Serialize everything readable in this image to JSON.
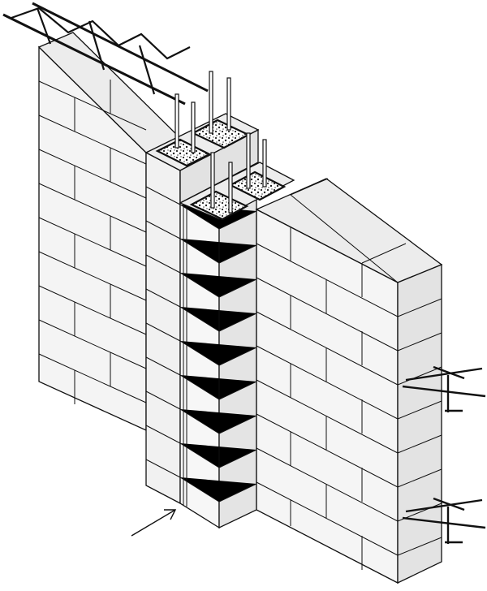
{
  "figure": {
    "subject": "",
    "components": [
      "left-wall",
      "pilaster",
      "right-wall",
      "ladder-joint-reinforcement",
      "rebar",
      "grout",
      "ties",
      "arrow"
    ]
  },
  "colors": {
    "background": "#ffffff",
    "face_light": "#f3f3f3",
    "face_mid": "#e6e6e6",
    "face_dark": "#d9d9d9",
    "line": "#111111",
    "grout": "#4a4a4a"
  }
}
